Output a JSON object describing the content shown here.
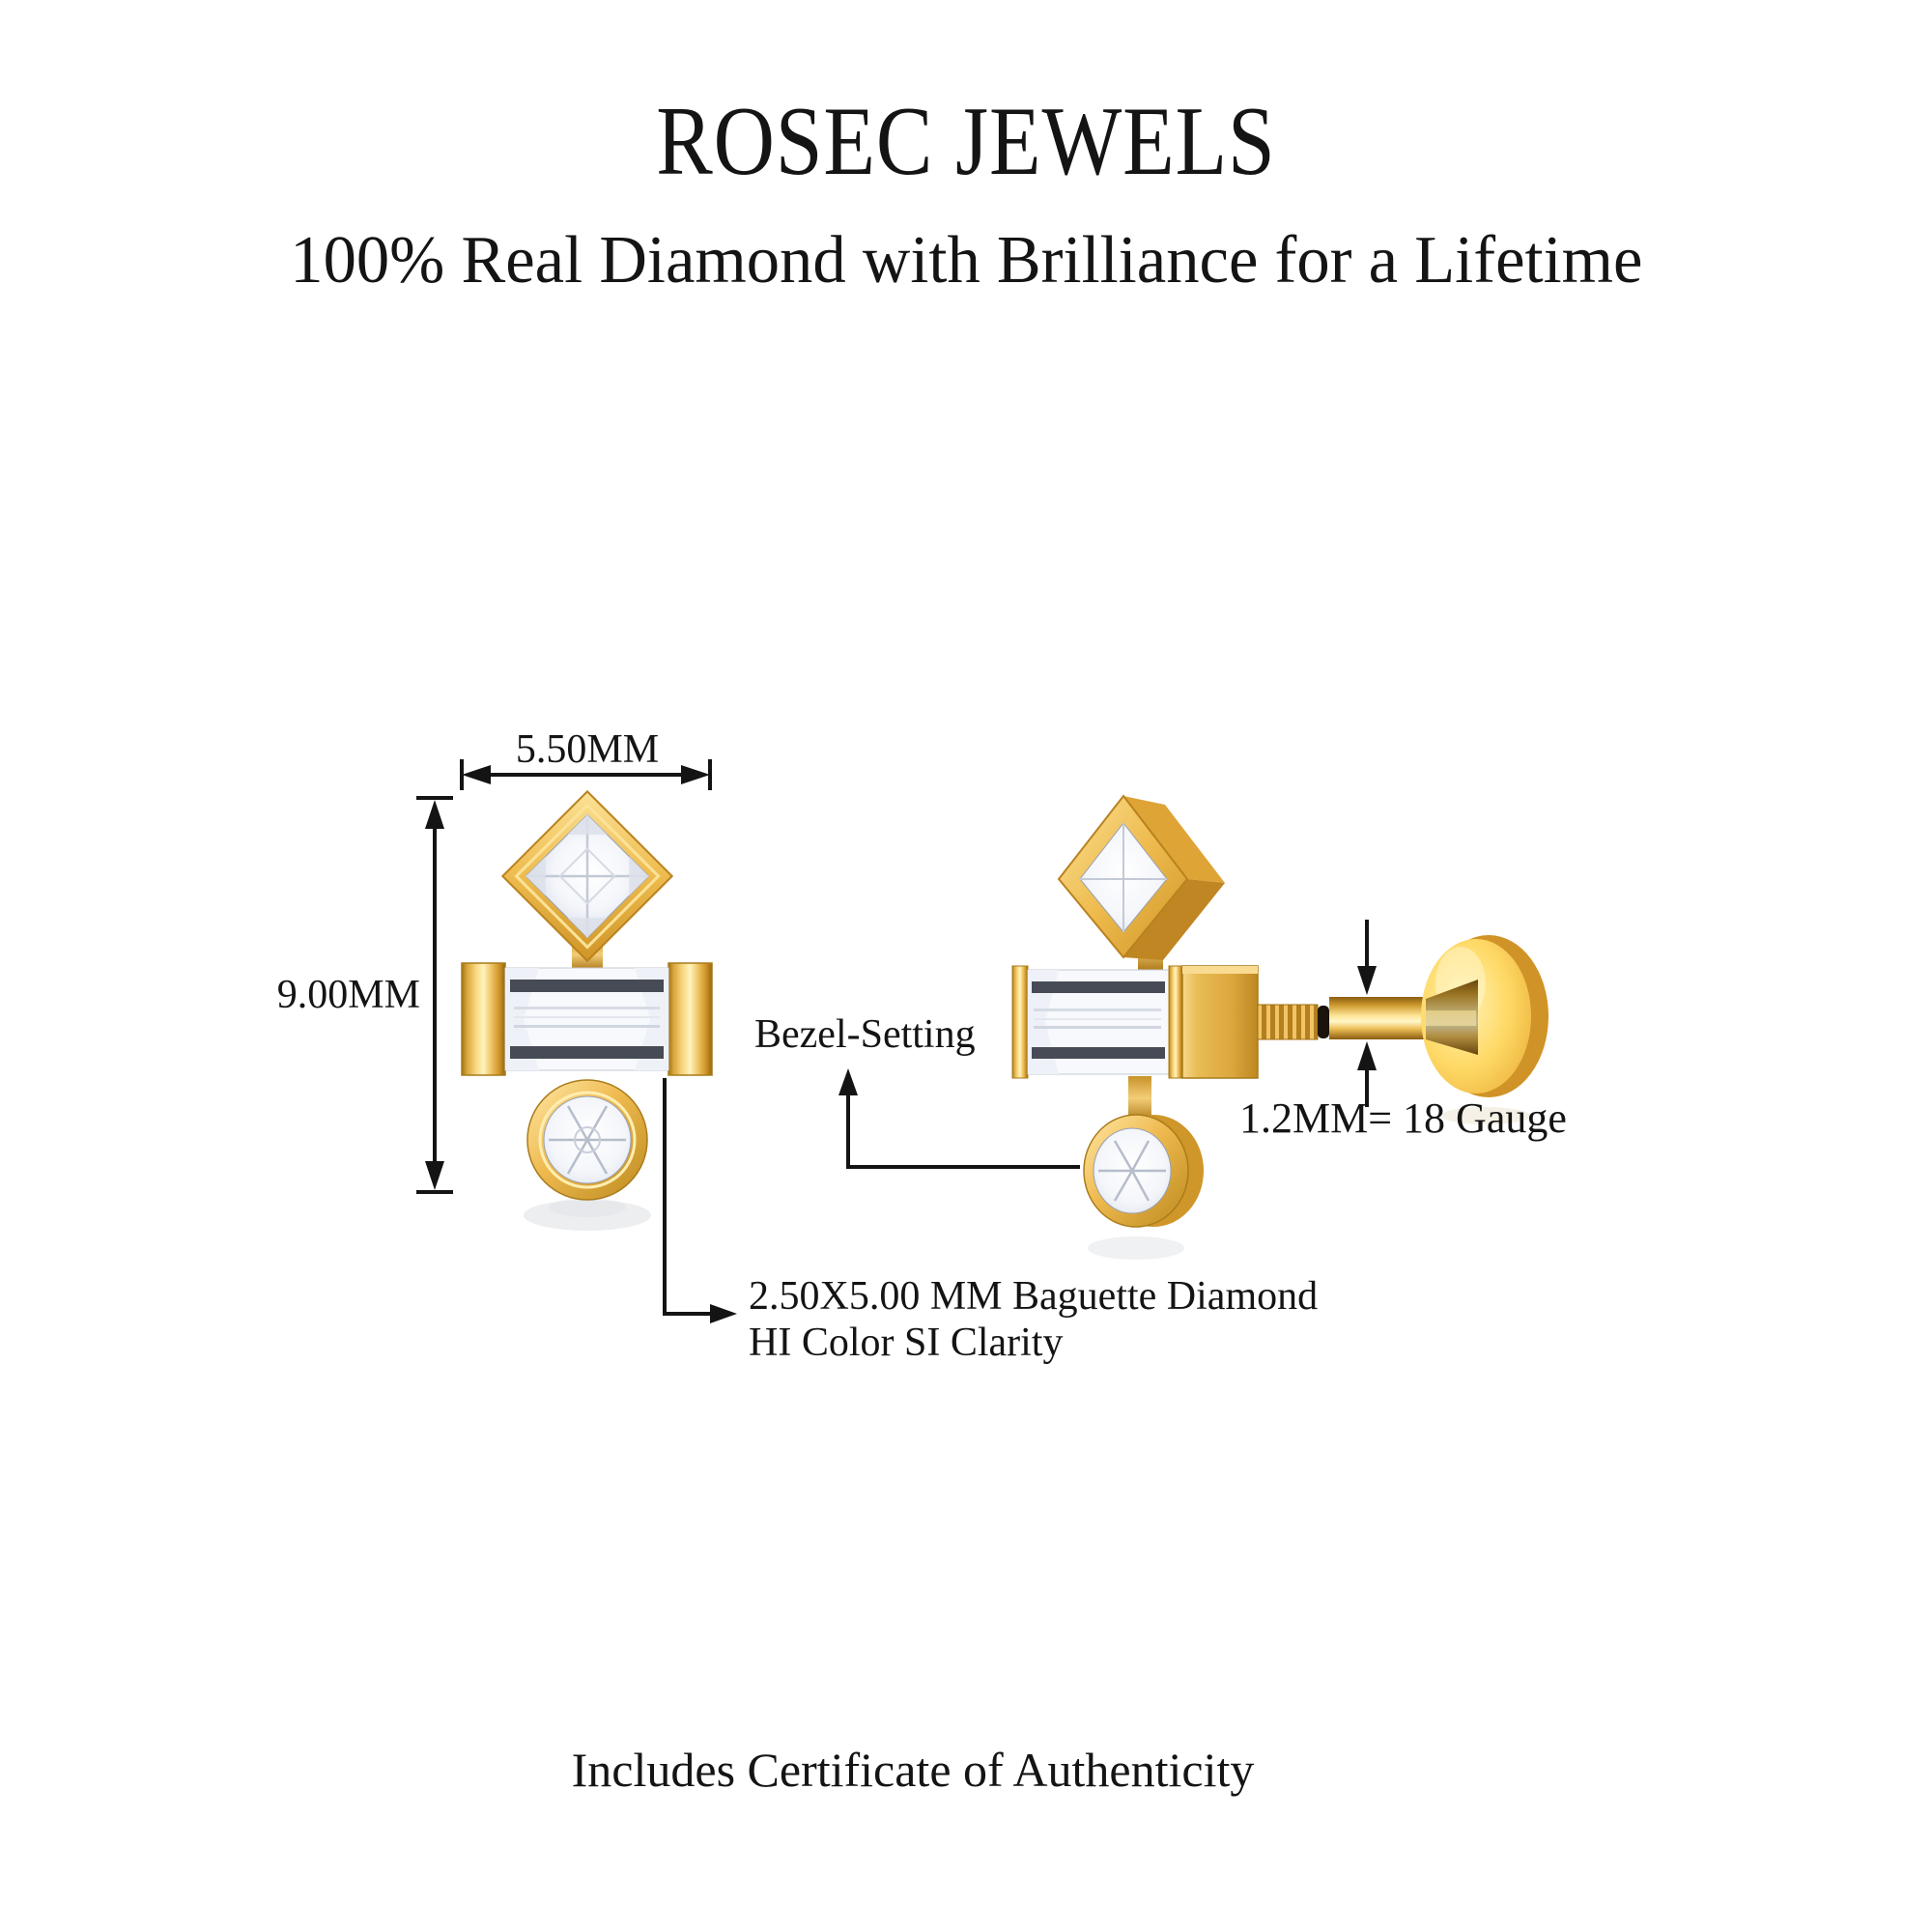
{
  "header": {
    "brand": "ROSEC JEWELS",
    "tagline": "100% Real Diamond with Brilliance for a Lifetime"
  },
  "diagram": {
    "front_view": {
      "width_label": "5.50MM",
      "height_label": "9.00MM"
    },
    "side_view": {
      "gauge_label": "1.2MM= 18 Gauge"
    },
    "callouts": {
      "bezel": "Bezel-Setting",
      "baguette_line1": "2.50X5.00 MM Baguette Diamond",
      "baguette_line2": "HI Color SI Clarity"
    }
  },
  "footer": {
    "certificate_note": "Includes Certificate of Authenticity"
  },
  "colors": {
    "background": "#ffffff",
    "text": "#141414",
    "line": "#141414",
    "gold": "#e9b44a",
    "gold_light": "#fff3bd",
    "gold_dark": "#b3801d",
    "diamond_white": "#f7f9fc",
    "facet_gray": "#b6bdcb",
    "band_gray": "#464b55"
  }
}
